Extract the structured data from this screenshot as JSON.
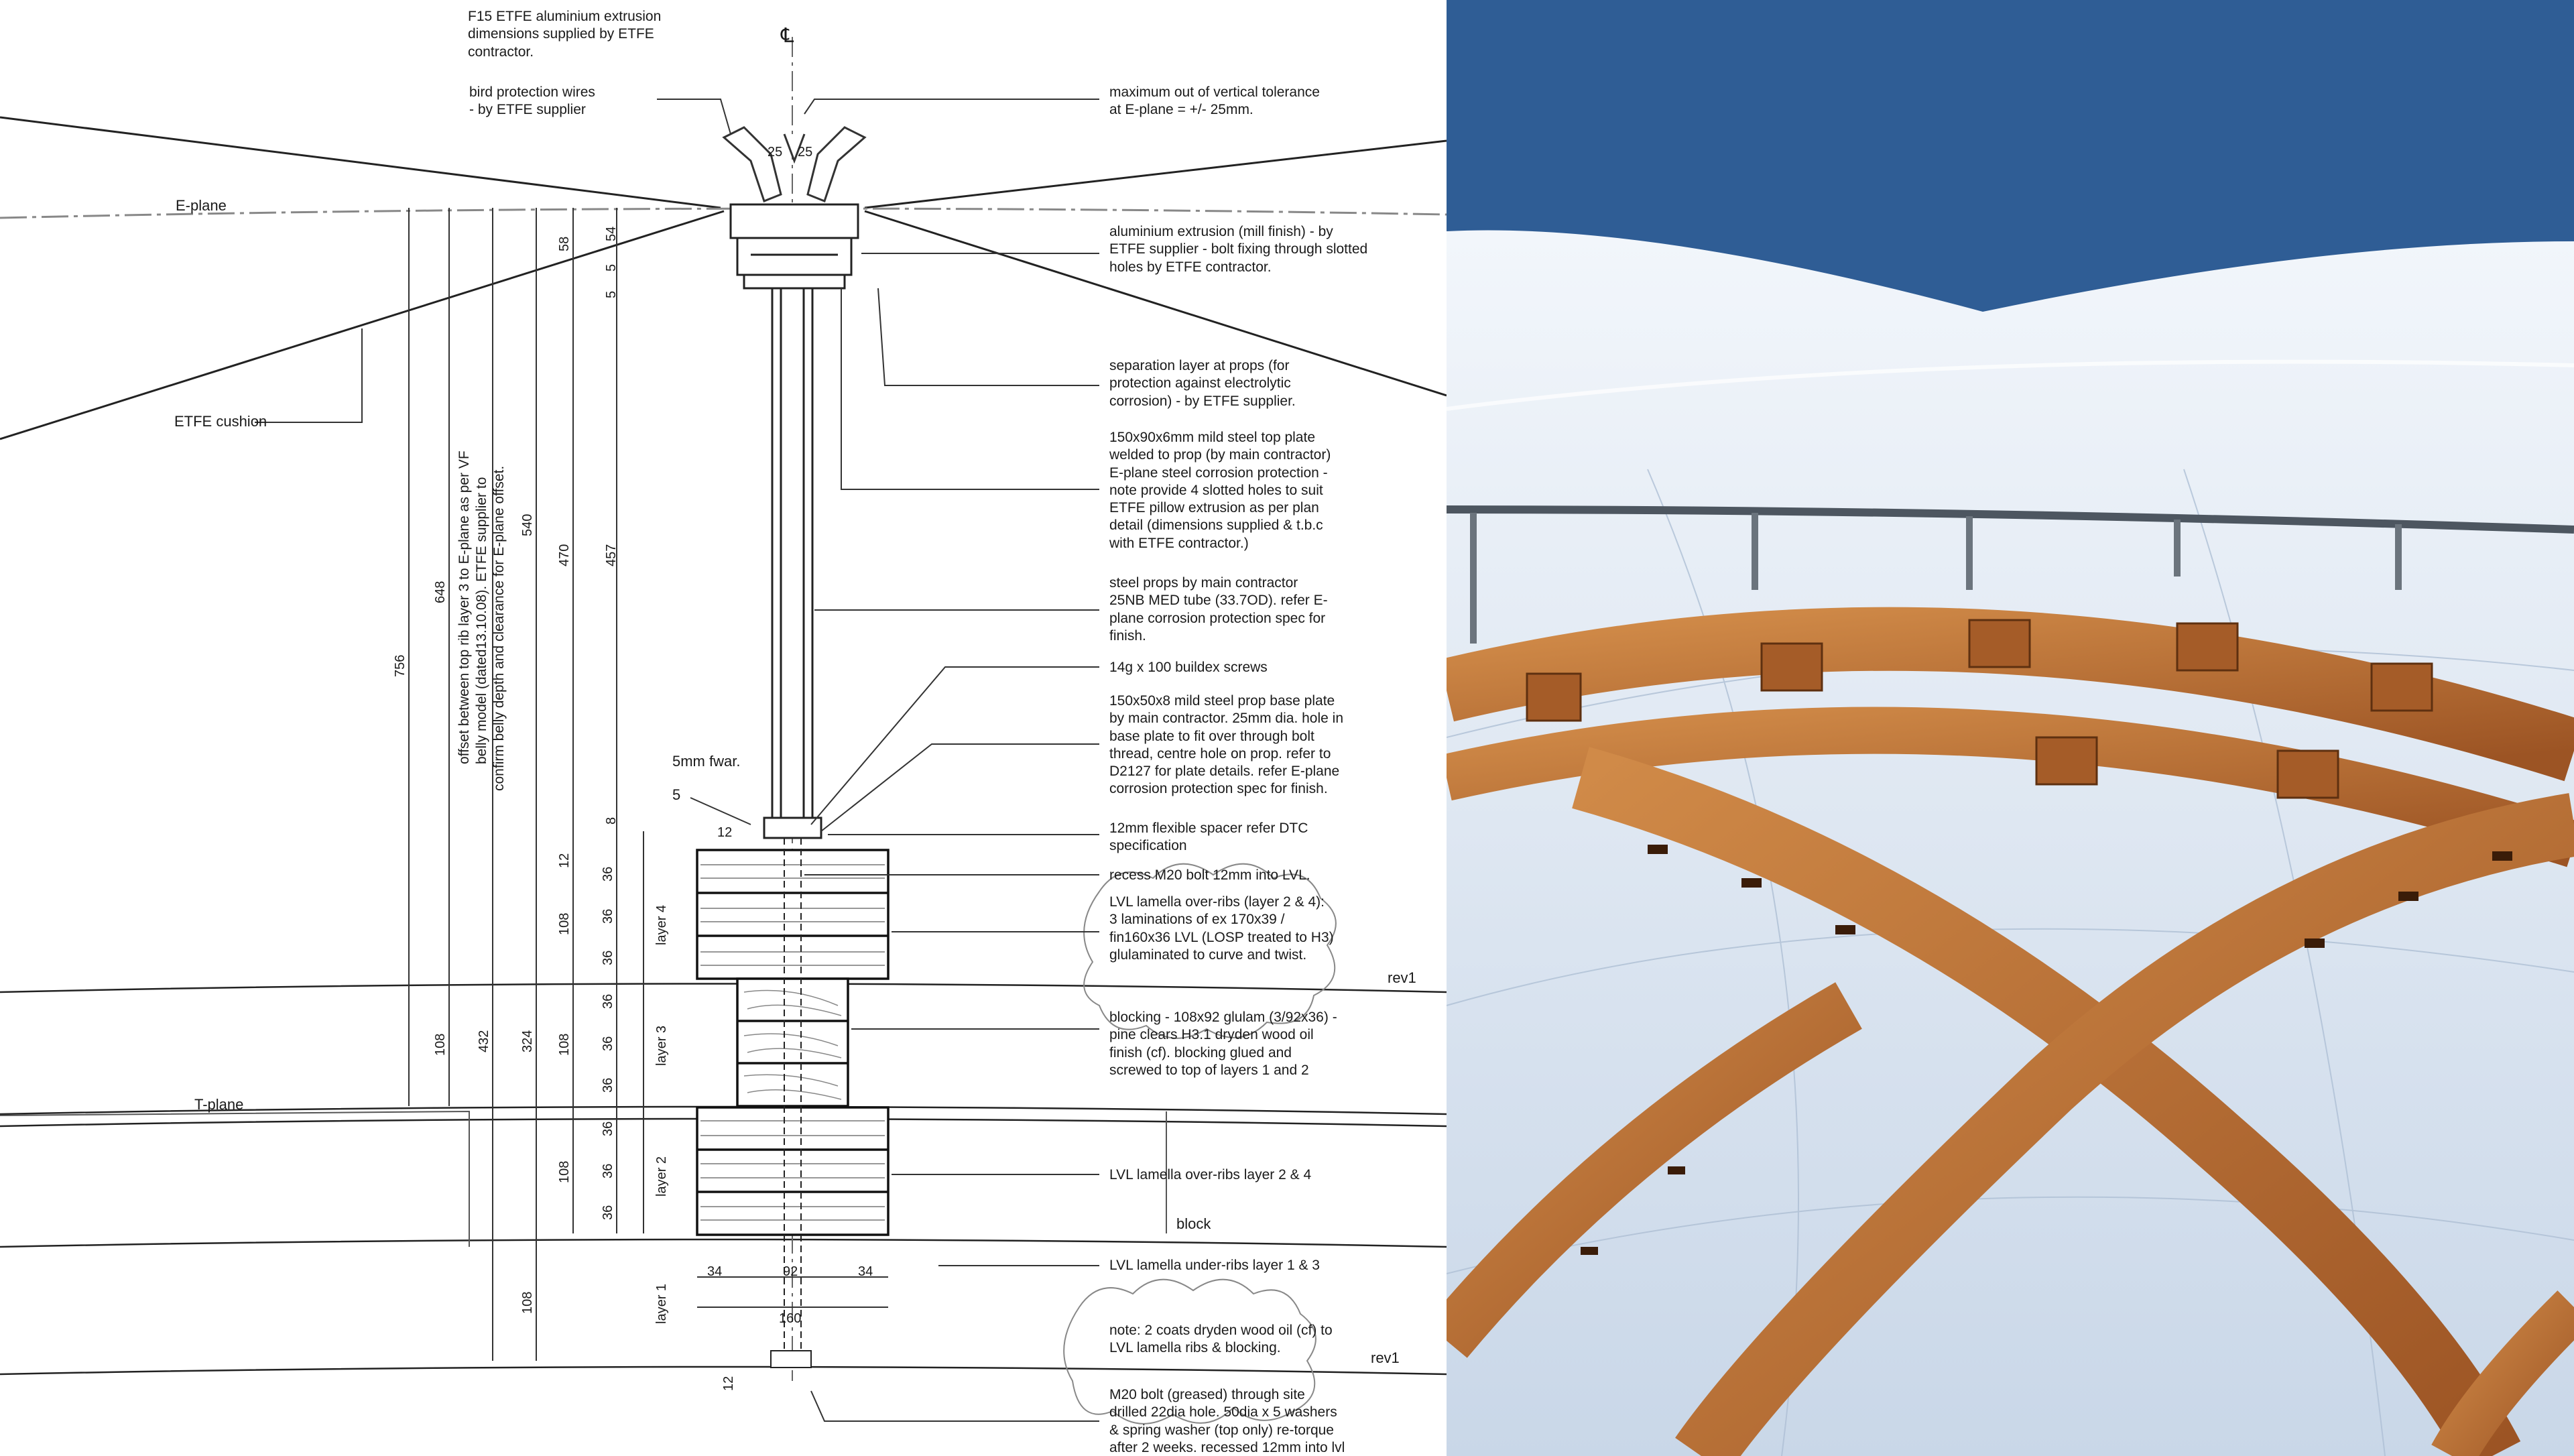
{
  "drawing": {
    "centerline_mark": "℄",
    "plane_labels": {
      "e_plane": "E-plane",
      "t_plane": "T-plane",
      "etfe_cushion": "ETFE cushion"
    },
    "layer_labels": [
      "layer 4",
      "layer 3",
      "layer 2",
      "layer 1"
    ],
    "block_label": "block",
    "rev_marks": [
      "rev1",
      "rev1"
    ],
    "fwar_label": "5mm fwar.",
    "fwar_value": "5",
    "offset_note": [
      "offset between top rib layer 3 to E-plane as per VF",
      "belly model (dated13.10.08). ETFE supplier to",
      "confirm belly depth and clearance for E-plane offset."
    ],
    "dims_vertical_overall": [
      "756",
      "648",
      "540",
      "470",
      "457",
      "432",
      "324"
    ],
    "dims_small": [
      "58",
      "54",
      "5",
      "5",
      "8",
      "12",
      "12"
    ],
    "dims_layers": [
      "36",
      "36",
      "36",
      "36",
      "36",
      "36",
      "36",
      "36",
      "36"
    ],
    "dims_layer_totals": [
      "108",
      "108",
      "108",
      "108",
      "108"
    ],
    "dims_top_25": [
      "25",
      "25"
    ],
    "dims_bottom": [
      "34",
      "92",
      "34",
      "160",
      "12"
    ],
    "notes": [
      [
        "F15 ETFE aluminium extrusion",
        "dimensions supplied by ETFE",
        "contractor."
      ],
      [
        "bird protection wires",
        "- by ETFE supplier"
      ],
      [
        "maximum out of vertical tolerance",
        "at E-plane = +/- 25mm."
      ],
      [
        "aluminium extrusion (mill finish) - by",
        "ETFE supplier - bolt fixing through slotted",
        "holes by ETFE contractor."
      ],
      [
        "separation layer at props (for",
        "protection against electrolytic",
        "corrosion) - by ETFE supplier."
      ],
      [
        "150x90x6mm mild steel top plate",
        "welded to prop (by main contractor)",
        "E-plane steel corrosion protection -",
        "note provide 4 slotted holes to suit",
        "ETFE pillow extrusion as per plan",
        "detail (dimensions supplied & t.b.c",
        "with ETFE contractor.)"
      ],
      [
        "steel props by main contractor",
        "25NB MED tube (33.7OD). refer E-",
        "plane corrosion protection spec for",
        "finish."
      ],
      [
        "14g x 100 buildex screws"
      ],
      [
        "150x50x8 mild steel prop base plate",
        "by main contractor. 25mm dia. hole in",
        "base plate to fit over through bolt",
        "thread, centre hole on prop. refer to",
        "D2127 for plate details. refer E-plane",
        "corrosion protection spec for finish."
      ],
      [
        "12mm flexible spacer refer DTC",
        "specification"
      ],
      [
        "recess M20 bolt 12mm into LVL."
      ],
      [
        "LVL lamella over-ribs (layer 2 & 4):",
        "3 laminations of  ex 170x39 /",
        "fin160x36 LVL (LOSP treated to H3)",
        "glulaminated to curve and twist."
      ],
      [
        "blocking - 108x92 glulam (3/92x36) -",
        "pine clears H3.1 dryden wood oil",
        "finish (cf). blocking glued and",
        "screwed to top of layers 1 and 2"
      ],
      [
        "LVL lamella over-ribs layer 2 & 4"
      ],
      [
        "LVL lamella under-ribs layer 1 & 3"
      ],
      [
        "note: 2 coats dryden wood oil (cf) to",
        "LVL lamella ribs & blocking."
      ],
      [
        "M20 bolt (greased) through site",
        "drilled 22dia hole. 50dia x 5 washers",
        "& spring washer (top only) re-torque",
        "after 2 weeks. recessed 12mm into lvl"
      ]
    ]
  },
  "photo": {
    "sky_color": "#2f5d95",
    "timber_color": "#b86a2e",
    "membrane_color": "#e4ecf5"
  }
}
